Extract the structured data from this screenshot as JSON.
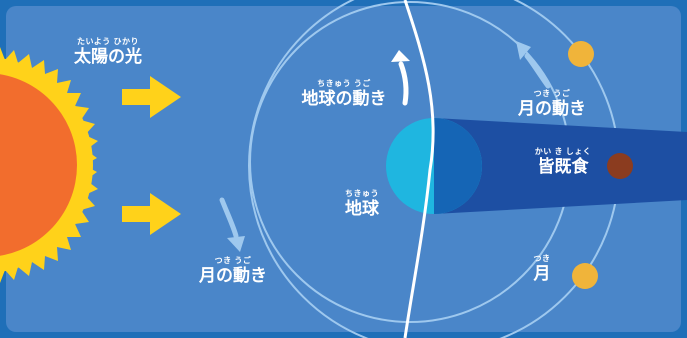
{
  "labels": {
    "sunlight": {
      "ruby": "たいよう  ひかり",
      "text": "太陽の光"
    },
    "earth_motion": {
      "ruby": "ちきゅう  うご",
      "text": "地球の動き"
    },
    "earth": {
      "ruby": "ちきゅう",
      "text": "地球"
    },
    "moon_motion_top": {
      "ruby": "つき  うご",
      "text": "月の動き"
    },
    "moon_motion_bottom": {
      "ruby": "つき  うご",
      "text": "月の動き"
    },
    "total_eclipse": {
      "ruby": "かい き しょく",
      "text": "皆既食"
    },
    "moon": {
      "ruby": "つき",
      "text": "月"
    }
  },
  "icons": {
    "sun": "sun-icon",
    "sunlight_arrow": "arrow-right-icon",
    "moon": "moon-icon",
    "eclipsed_moon": "eclipsed-moon-icon"
  },
  "colors": {
    "frame": "#1f6fb8",
    "panel": "#4a86c9",
    "orbit": "#9ec8ee",
    "sun_body": "#f26d2d",
    "sun_rays": "#ffd21a",
    "light_arrow": "#ffd21a",
    "earth_day": "#1fb6e0",
    "earth_night": "#1565b5",
    "umbra": "#1d4fa3",
    "moon": "#f0b43a",
    "eclipsed_moon": "#8b3c1f",
    "white": "#ffffff"
  }
}
